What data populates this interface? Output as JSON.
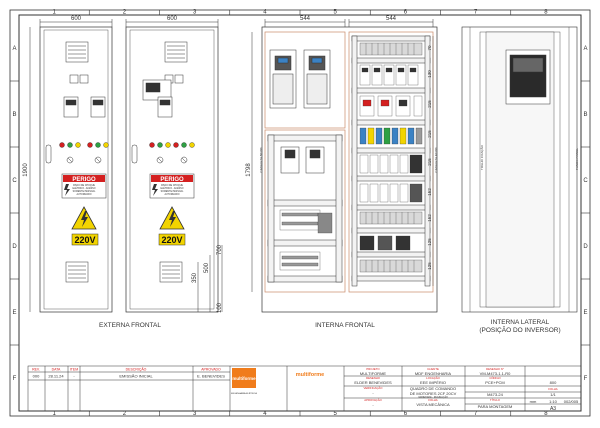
{
  "frame": {
    "columns": [
      "1",
      "2",
      "3",
      "4",
      "5",
      "6",
      "7",
      "8"
    ],
    "rows": [
      "A",
      "B",
      "C",
      "D",
      "E",
      "F"
    ]
  },
  "colors": {
    "line": "#333333",
    "panel_interior": "#c98a6a",
    "red": "#d42020",
    "yellow": "#f2d400",
    "green": "#2ea043",
    "blue": "#3b82c4",
    "gray": "#9a9a9a",
    "brand_orange": "#f07c1b"
  },
  "exterior": {
    "dims": {
      "left_width": "600",
      "right_width": "600",
      "height": "1900",
      "d_700": "700",
      "d_500": "500",
      "d_350": "350",
      "d_100": "100"
    },
    "warning": {
      "title": "PERIGO",
      "lines": [
        "RISCO DE CHOQUE",
        "ELÉTRICO - ACESSO",
        "SOMENTE PESSOAL",
        "AUTORIZADO"
      ]
    },
    "voltage": "220V",
    "caption": "EXTERNA FRONTAL"
  },
  "interior": {
    "dims": {
      "left_width": "544",
      "right_width": "544",
      "height": "1798",
      "vertical_left": "CANALETA 80X80",
      "vertical_mid": "CANALETA 40X80"
    },
    "rail_labels": [
      "70",
      "130",
      "215",
      "215",
      "215",
      "152",
      "152",
      "125",
      "125"
    ],
    "caption": "INTERNA FRONTAL"
  },
  "lateral": {
    "label_left": "TRILHO FIXAÇÃO",
    "label_right": "FUNDO PAINEL",
    "caption_lines": [
      "INTERNA LATERAL",
      "(POSIÇÃO DO INVERSOR)"
    ]
  },
  "revisions": {
    "headers": [
      "REV.",
      "DATA",
      "ITEM",
      "DESCRIÇÃO",
      "APROVADO"
    ],
    "rows": [
      [
        "000",
        "28.11.24",
        "-",
        "EMISSÃO INICIAL",
        "E. BENEVIDES"
      ]
    ]
  },
  "logos": {
    "company": "multiforme",
    "company_small": "multiforme",
    "tagline": "ENGENHARIA ELÉTRICA"
  },
  "title_block": {
    "designer_label": "PROJETO",
    "designer": "MULTIFORME",
    "drawn_label": "DESENHO",
    "drawn": "ELDER BENEVIDES",
    "checked_label": "VERIFICAÇÃO",
    "checked": "-",
    "approved_label": "APROVAÇÃO",
    "approved": "-",
    "client_label": "CLIENTE",
    "client": "MDF ENGENHARIA",
    "location_label": "LOCAÇÃO",
    "location": "EEE IMPÉRIO",
    "description_lines": [
      "QUADRO DE COMANDO",
      "DE MOTORES 2CF 20CV"
    ],
    "sub_note": "VARIEDADE - PAGINAÇÃO",
    "view_label": "FOLHA",
    "view": "VISTA MECÂNICA",
    "purpose_label": "TÍTULO",
    "purpose": "PARA MONTAGEM",
    "drawing_no_label": "DESENHO N°",
    "drawing_no": "VM-M473-1.1-R0",
    "code_label": "CÓDIGO",
    "code": "PCE+PCM",
    "code_num": "800",
    "project_no": "M473-24",
    "sheet_label": "FOLHA",
    "sheet": "1/1",
    "unit": "mm",
    "scale": "1:10",
    "pages": "002/005",
    "paper": "A3"
  }
}
